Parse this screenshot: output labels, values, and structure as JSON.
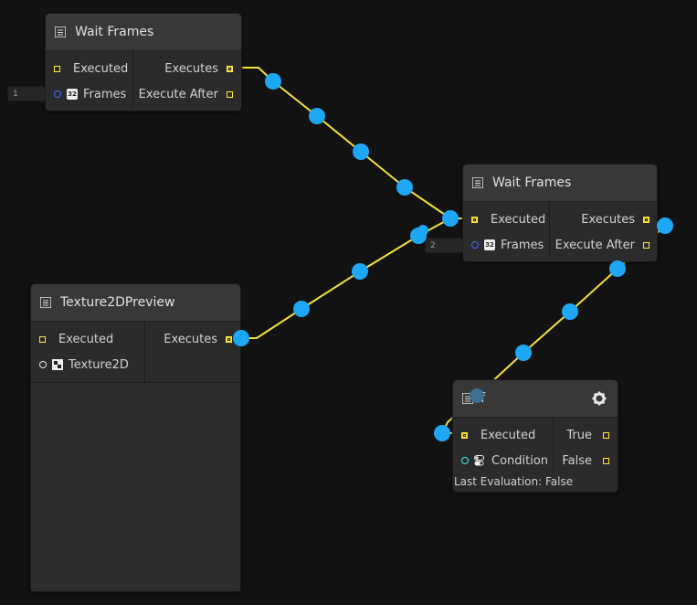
{
  "nodes": {
    "wait1": {
      "title": "Wait Frames",
      "in": {
        "executed": "Executed",
        "frames": "Frames"
      },
      "out": {
        "executes": "Executes",
        "execute_after": "Execute After"
      },
      "frames_value": "1",
      "badge": "32"
    },
    "wait2": {
      "title": "Wait Frames",
      "in": {
        "executed": "Executed",
        "frames": "Frames"
      },
      "out": {
        "executes": "Executes",
        "execute_after": "Execute After"
      },
      "frames_value": "2",
      "badge": "32"
    },
    "texture": {
      "title": "Texture2DPreview",
      "in": {
        "executed": "Executed",
        "texture": "Texture2D"
      },
      "out": {
        "executes": "Executes"
      }
    },
    "if": {
      "title": "If",
      "in": {
        "executed": "Executed",
        "condition": "Condition"
      },
      "out": {
        "true": "True",
        "false": "False"
      },
      "status": "Last Evaluation: False",
      "gear_icon": "gear-icon"
    }
  },
  "colors": {
    "background": "#121212",
    "node": "#2b2b2b",
    "title": "#383838",
    "exec_port": "#ffeb3b",
    "wire": "#f2e33a",
    "reroute_dot": "#1ea7f5",
    "int_port": "#4a6aff",
    "bool_port": "#3ff0f0"
  }
}
